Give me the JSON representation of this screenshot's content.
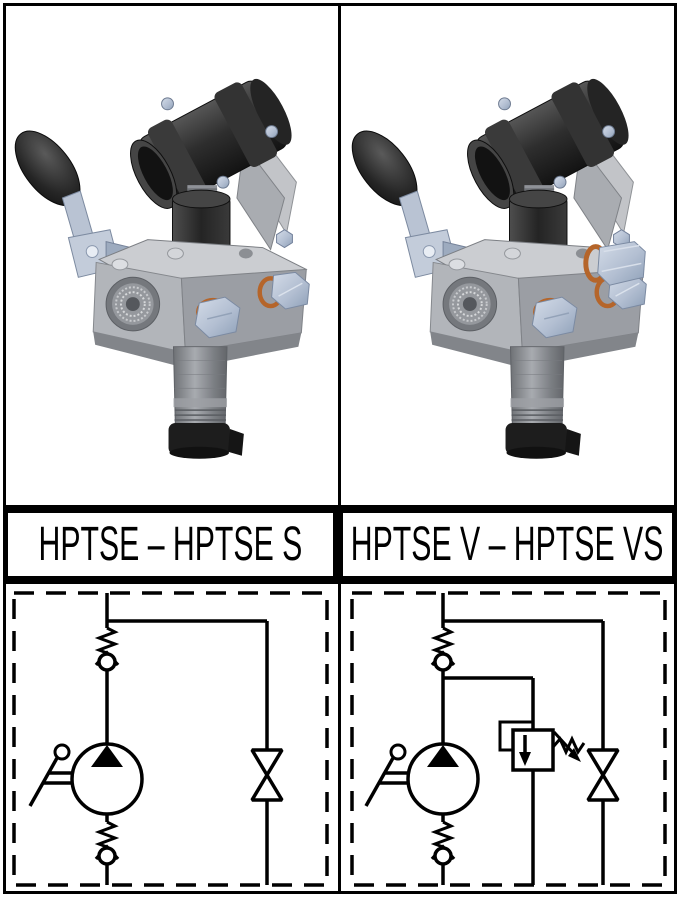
{
  "page": {
    "title": "HPTSE hand pump catalog sheet",
    "background": "#ffffff",
    "line_color": "#000000"
  },
  "products": [
    {
      "label": "HPTSE – HPTSE S",
      "photo_icon": "hand-pump-3d-render",
      "schematic_icon": "hydraulic-circuit",
      "schematic_components": [
        "hand-lever-pump",
        "suction-check-valve-with-spring",
        "delivery-check-valve-with-spring",
        "needle-release-valve"
      ]
    },
    {
      "label": "HPTSE V – HPTSE VS",
      "photo_icon": "hand-pump-3d-render-with-relief-valve-plug",
      "schematic_icon": "hydraulic-circuit-with-relief-valve",
      "schematic_components": [
        "hand-lever-pump",
        "suction-check-valve-with-spring",
        "delivery-check-valve-with-spring",
        "adjustable-pressure-relief-valve",
        "needle-release-valve"
      ]
    }
  ],
  "colors": {
    "ink": "#000000",
    "pump_dark": "#2b2b2b",
    "body_gray": "#b3b6bb",
    "steel_blue": "#b9c4d5",
    "copper_washer": "#b5652a",
    "filter_gray": "#8e9196"
  }
}
